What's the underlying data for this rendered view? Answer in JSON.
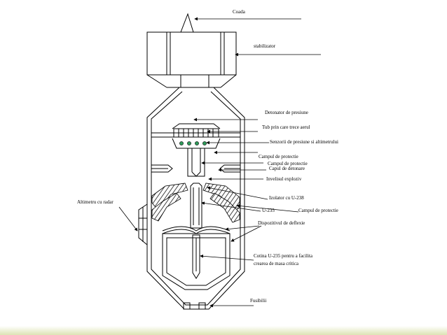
{
  "diagram": {
    "labels": {
      "coada": "Coada",
      "stabilizator": "stabilizator",
      "detonator": "Detonator de presiune",
      "tub": "Tub prin care trece aerul",
      "senzori": "Senzorii de presiune si altimetrului",
      "campul_protectie_1": "Campul de protectie",
      "campul_protectie_2": "Campul de protectie",
      "capul_detonare": "Capul de detonare",
      "invelisul": "Invelisul exploziv",
      "izolator": "Izolator cu U-238",
      "altimetru": "Altimetru cu radar",
      "u235": "U-235",
      "campul_protectie_3": "Campul de protectie",
      "dispozitiv": "Dispozitivul de deflexie",
      "cotina_1": "Cotina U-235 pentru a facilita",
      "cotina_2": "crearea de masa critica",
      "fusibilii": "Fusibilii"
    },
    "colors": {
      "outline": "#000000",
      "hatch": "#555555",
      "sensor_dot": "#2e9a5a",
      "page_bottom_tint": "#dde3b4"
    }
  }
}
